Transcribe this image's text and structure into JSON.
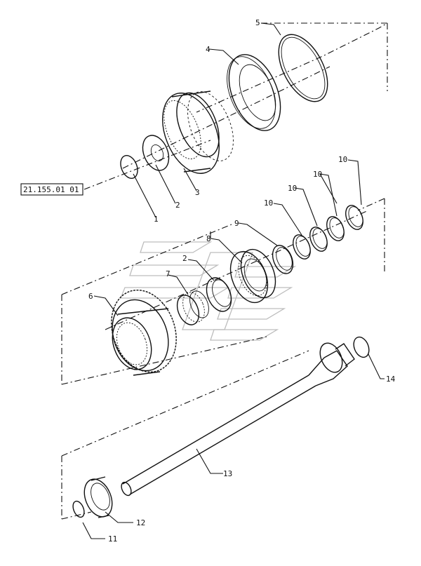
{
  "reference_code": "21.155.01 01",
  "callouts": [
    {
      "id": "c1",
      "label": "1"
    },
    {
      "id": "c2a",
      "label": "2"
    },
    {
      "id": "c3",
      "label": "3"
    },
    {
      "id": "c4",
      "label": "4"
    },
    {
      "id": "c5",
      "label": "5"
    },
    {
      "id": "c6",
      "label": "6"
    },
    {
      "id": "c7",
      "label": "7"
    },
    {
      "id": "c2b",
      "label": "2"
    },
    {
      "id": "c8",
      "label": "8"
    },
    {
      "id": "c9",
      "label": "9"
    },
    {
      "id": "c10a",
      "label": "10"
    },
    {
      "id": "c10b",
      "label": "10"
    },
    {
      "id": "c10c",
      "label": "10"
    },
    {
      "id": "c10d",
      "label": "10"
    },
    {
      "id": "c11",
      "label": "11"
    },
    {
      "id": "c12",
      "label": "12"
    },
    {
      "id": "c13",
      "label": "13"
    },
    {
      "id": "c14",
      "label": "14"
    }
  ],
  "parts": [
    {
      "name": "snap-ring"
    },
    {
      "name": "thrust-washer"
    },
    {
      "name": "clutch-drum"
    },
    {
      "name": "clutch-disc"
    },
    {
      "name": "retaining-ring"
    },
    {
      "name": "gear"
    },
    {
      "name": "needle-bearing"
    },
    {
      "name": "ball-bearing"
    },
    {
      "name": "spacer-ring"
    },
    {
      "name": "seal-ring"
    },
    {
      "name": "shaft"
    }
  ]
}
